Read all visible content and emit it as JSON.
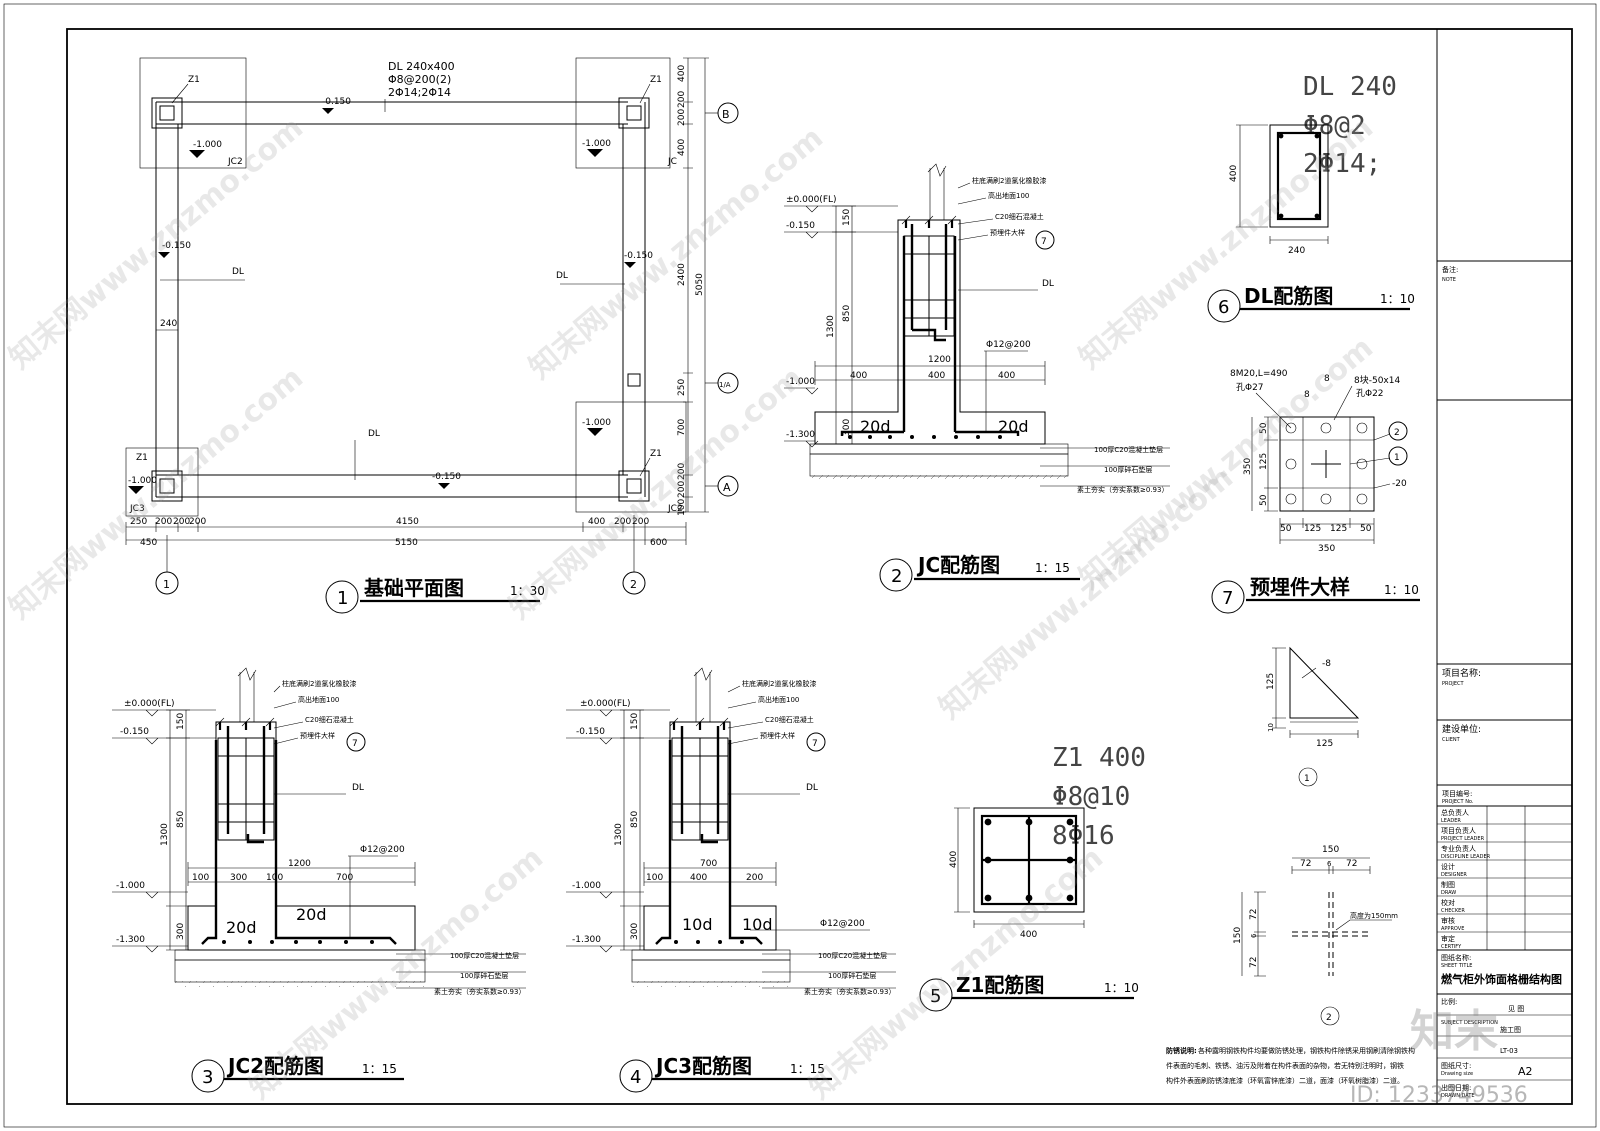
{
  "plan": {
    "title": "基础平面图",
    "number": "1",
    "scale": "1：30",
    "beam_spec": [
      "DL 240x400",
      "Φ8@200(2)",
      "2Φ14;2Φ14"
    ],
    "z1": "Z1",
    "jc2": "JC2",
    "jc": "JC",
    "jc3": "JC3",
    "dl": "DL",
    "lv_0150": "-0.150",
    "lv_1000": "-1.000",
    "w240": "240",
    "axis_b": "B",
    "axis_a": "A",
    "axis_1a": "1/A",
    "axis_1": "1",
    "axis_2": "2",
    "bottom_dims": [
      "250",
      "200",
      "200",
      "200",
      "4150",
      "400",
      "200",
      "200"
    ],
    "bottom_total": [
      "450",
      "5150",
      "600"
    ],
    "right_dims": [
      "400",
      "200",
      "200",
      "400",
      "2400",
      "250",
      "700",
      "200",
      "200",
      "100"
    ],
    "right_total": "5050"
  },
  "jc": {
    "title": "JC配筋图",
    "number": "2",
    "scale": "1：15",
    "n1": "柱底满刷2道氯化橡胶漆",
    "n2": "高出地面100",
    "n3": "C20细石混凝土",
    "n4": "预埋件大样",
    "n4_ref": "7",
    "dl": "DL",
    "fl": "±0.000(FL)",
    "lv1": "-0.150",
    "lv2": "-1.000",
    "lv3": "-1.300",
    "d150": "150",
    "d850": "850",
    "d1300": "1300",
    "d300": "300",
    "w1200": "1200",
    "w400a": "400",
    "w400b": "400",
    "w400c": "400",
    "rebar": "Φ12@200",
    "anchor": "20d",
    "layer1": "100厚C20混凝土垫层",
    "layer2": "100厚碎石垫层",
    "layer3": "素土夯实（夯实系数≥0.93）"
  },
  "jc2": {
    "title": "JC2配筋图",
    "number": "3",
    "scale": "1：15",
    "w1200": "1200",
    "w100": "100",
    "w300": "300",
    "w700": "700",
    "anchor": "20d"
  },
  "jc3": {
    "title": "JC3配筋图",
    "number": "4",
    "scale": "1：15",
    "w700": "700",
    "w100": "100",
    "w400": "400",
    "w200": "200",
    "anchor": "10d"
  },
  "z1": {
    "title": "Z1配筋图",
    "number": "5",
    "scale": "1：10",
    "spec": [
      "Z1 400",
      "Φ8@10",
      "8Φ16"
    ],
    "d400": "400"
  },
  "dlsec": {
    "title": "DL配筋图",
    "number": "6",
    "scale": "1：10",
    "spec": [
      "DL 240",
      "Φ8@2",
      "2Φ14;"
    ],
    "d400": "400",
    "d240": "240"
  },
  "embed": {
    "title": "预埋件大样",
    "number": "7",
    "scale": "1：10",
    "bolt": "8M20,L=490",
    "hole1": "孔Φ27",
    "weld": "8",
    "plate": "8块-50x14",
    "hole2": "孔Φ22",
    "ref1": "1",
    "ref2": "2",
    "t20": "-20",
    "v50": "50",
    "v125": "125",
    "v350": "350",
    "tri_t": "-8",
    "tri_125": "125",
    "tri_10": "10",
    "tri_w": "125",
    "c1": "1",
    "cross_150": "150",
    "cross_72": "72",
    "cross_6": "6",
    "cross_note": "高度为150mm",
    "c2": "2"
  },
  "notes": {
    "label": "防锈说明:",
    "l1": "各种露明钢铁构件均要做防锈处理，钢铁构件除锈采用钢刷清除钢铁构",
    "l2": "件表面的毛刺、铁锈、油污及附着在构件表面的杂物，若无特别注明时，钢铁",
    "l3": "构件外表面刷防锈漆底漆（环氧富锌底漆）二道，面漆（环氧树脂漆）二道。"
  },
  "titleblock": {
    "note_cn": "备注:",
    "note_en": "NOTE",
    "project_cn": "项目名称:",
    "project_en": "PROJECT",
    "client_cn": "建设单位:",
    "client_en": "CLIENT",
    "projno_cn": "项目编号:",
    "projno_en": "PROJECT No.",
    "roles": [
      {
        "cn": "总负责人",
        "en": "LEADER"
      },
      {
        "cn": "项目负责人",
        "en": "PROJECT LEADER"
      },
      {
        "cn": "专业负责人",
        "en": "DISCIPLINE LEADER"
      },
      {
        "cn": "设计",
        "en": "DESIGNER"
      },
      {
        "cn": "制图",
        "en": "DRAW"
      },
      {
        "cn": "校对",
        "en": "CHECKER"
      },
      {
        "cn": "审核",
        "en": "APPROVE"
      },
      {
        "cn": "审定",
        "en": "CERTIFY"
      }
    ],
    "sheet_cn": "图纸名称:",
    "sheet_en": "SHEET TITLE",
    "sheet_title": "燃气柜外饰面格栅结构图",
    "ratio_cn": "比例:",
    "ratio_val": "见 图",
    "desc": "SUBJECT DESCRIPTION",
    "stage": "施工图",
    "drawno": "LT-03",
    "size_cn": "图纸尺寸:",
    "size_en": "Drawing size",
    "size_val": "A2",
    "date_cn": "出图日期:",
    "date_en": "DRAWN DATE"
  },
  "watermark": {
    "site": "知末网www.znzmo.com",
    "logo": "知末",
    "id": "ID: 1233749536"
  }
}
